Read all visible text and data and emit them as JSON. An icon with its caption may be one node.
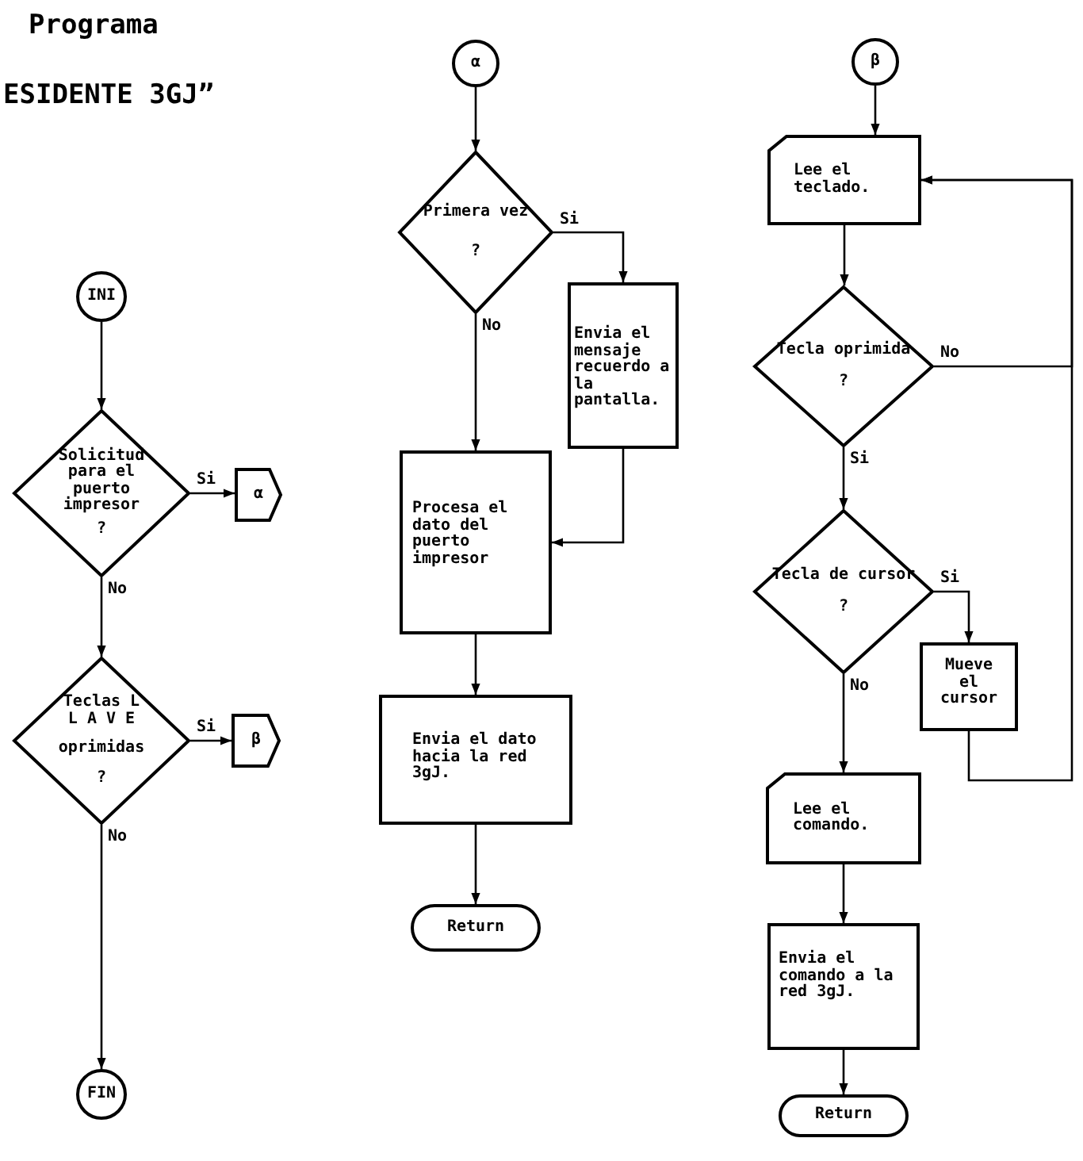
{
  "diagram": {
    "title": "Programa",
    "nodes": [
      {
        "text": [
          "INI"
        ]
      },
      {
        "text": [
          "Solicitud para el puerto impresor",
          "?"
        ]
      },
      {
        "text": [
          "α"
        ]
      },
      {
        "text": [
          "Teclas L L A V E",
          "oprimidas",
          "?"
        ]
      },
      {
        "text": [
          "β"
        ]
      },
      {
        "text": [
          "FIN"
        ]
      },
      {
        "text": [
          "α"
        ]
      },
      {
        "text": [
          "Primera vez",
          "?"
        ]
      },
      {
        "text": [
          "Envia el mensaje recuerdo a la pantalla."
        ]
      },
      {
        "text": [
          "Procesa el dato del puerto impresor"
        ]
      },
      {
        "text": [
          "Envia el dato hacia la red 3gJ."
        ]
      },
      {
        "text": [
          "Return"
        ]
      },
      {
        "text": [
          "β"
        ]
      },
      {
        "text": [
          "Lee el teclado."
        ]
      },
      {
        "text": [
          "Tecla oprimida",
          "?"
        ]
      },
      {
        "text": [
          "Tecla de cursor",
          "?"
        ]
      },
      {
        "text": [
          "Mueve el cursor"
        ]
      },
      {
        "text": [
          "Lee el comando."
        ]
      },
      {
        "text": [
          "Envia el comando a la red 3gJ."
        ]
      },
      {
        "text": [
          "Return"
        ]
      }
    ],
    "edges": [
      {
        "from": 0,
        "to": 1,
        "arrow": "to"
      },
      {
        "from": 1,
        "to": 2,
        "arrow": "to",
        "label": "Si"
      },
      {
        "from": 1,
        "to": 3,
        "arrow": "to",
        "label": "No"
      },
      {
        "from": 3,
        "to": 4,
        "arrow": "to",
        "label": "Si"
      },
      {
        "from": 3,
        "to": 5,
        "arrow": "to",
        "label": "No"
      },
      {
        "from": 6,
        "to": 7,
        "arrow": "to"
      },
      {
        "from": 7,
        "to": 8,
        "arrow": "to",
        "label": "Si"
      },
      {
        "from": 7,
        "to": 9,
        "arrow": "to",
        "label": "No"
      },
      {
        "from": 8,
        "to": 9,
        "arrow": "to"
      },
      {
        "from": 9,
        "to": 10,
        "arrow": "to"
      },
      {
        "from": 10,
        "to": 11,
        "arrow": "to"
      },
      {
        "from": 12,
        "to": 13,
        "arrow": "to"
      },
      {
        "from": 13,
        "to": 14,
        "arrow": "to"
      },
      {
        "from": 14,
        "to": 13,
        "arrow": "to",
        "label": "No"
      },
      {
        "from": 14,
        "to": 15,
        "arrow": "to",
        "label": "Si"
      },
      {
        "from": 15,
        "to": 16,
        "arrow": "to",
        "label": "Si"
      },
      {
        "from": 15,
        "to": 17,
        "arrow": "to",
        "label": "No"
      },
      {
        "from": 16,
        "to": 13,
        "arrow": "to"
      },
      {
        "from": 17,
        "to": 18,
        "arrow": "to"
      },
      {
        "from": 18,
        "to": 19,
        "arrow": "to"
      }
    ],
    "labels": [
      "ESIDENTE 3GJ”"
    ]
  }
}
